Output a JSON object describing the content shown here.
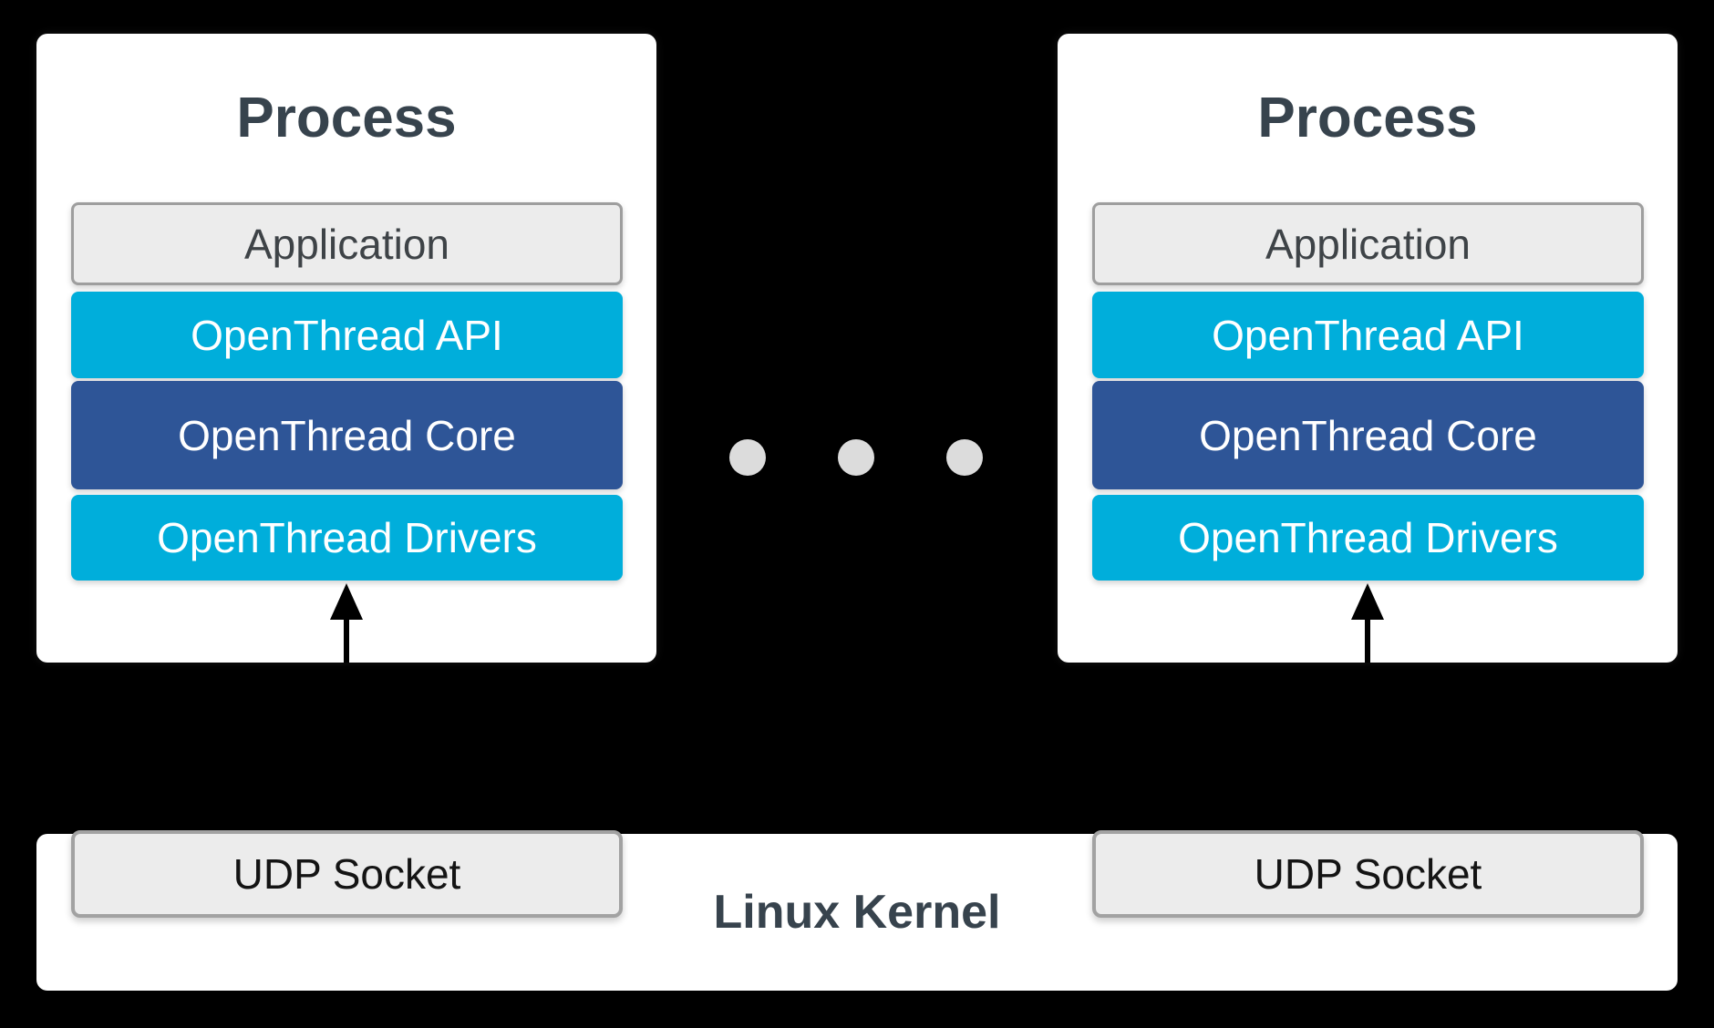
{
  "colors": {
    "bg": "#000000",
    "card_bg": "#ffffff",
    "cyan": "#00aedb",
    "dark_blue": "#2e5597",
    "gray_box_bg": "#ececec",
    "gray_border": "#9e9e9e",
    "udp_border": "#a2a2a2",
    "title_text": "#37434d",
    "app_text": "#3e4347",
    "udp_text": "#141414",
    "layer_text": "#ffffff",
    "dot_color": "#dcdcdc",
    "arrow_color": "#000000"
  },
  "processes": [
    {
      "title": "Process",
      "layers": [
        {
          "label": "Application"
        },
        {
          "label": "OpenThread API"
        },
        {
          "label": "OpenThread Core"
        },
        {
          "label": "OpenThread Drivers"
        }
      ]
    },
    {
      "title": "Process",
      "layers": [
        {
          "label": "Application"
        },
        {
          "label": "OpenThread API"
        },
        {
          "label": "OpenThread Core"
        },
        {
          "label": "OpenThread Drivers"
        }
      ]
    }
  ],
  "separator": {
    "dot_count": 3
  },
  "kernel": {
    "label": "Linux Kernel",
    "sockets": [
      {
        "label": "UDP Socket"
      },
      {
        "label": "UDP Socket"
      }
    ]
  }
}
